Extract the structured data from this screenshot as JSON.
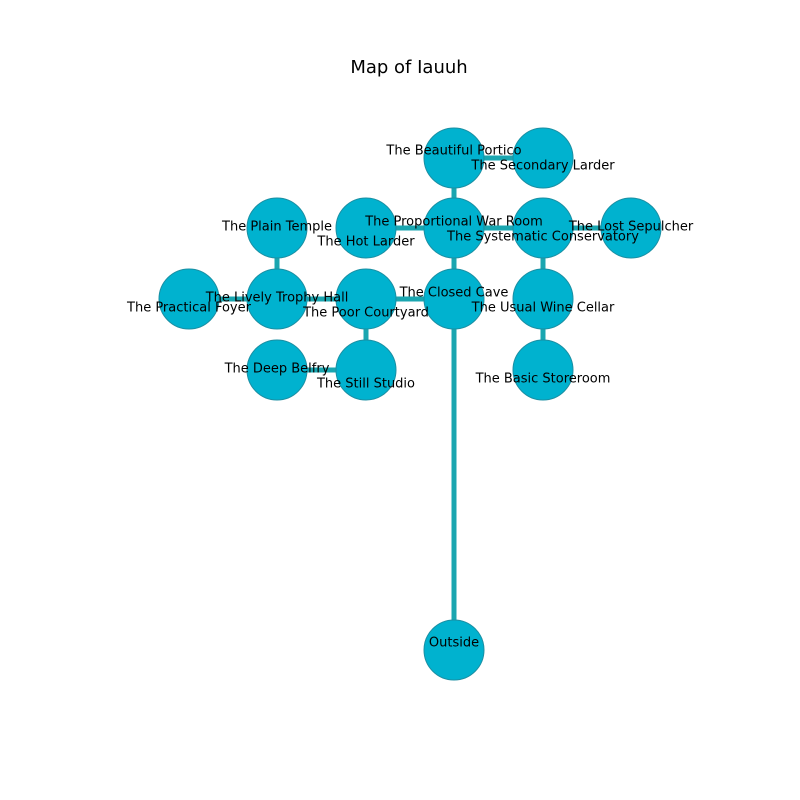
{
  "title": "Map of Iauuh",
  "colors": {
    "node_fill": "#00b2cf",
    "node_stroke": "#1a8fa3",
    "edge": "#1aa6b0"
  },
  "rooms": [
    {
      "id": "beautiful-portico",
      "label": "The Beautiful Portico"
    },
    {
      "id": "secondary-larder",
      "label": "The Secondary Larder"
    },
    {
      "id": "plain-temple",
      "label": "The Plain Temple"
    },
    {
      "id": "hot-larder",
      "label": "The Hot Larder"
    },
    {
      "id": "proportional-war-room",
      "label": "The Proportional War Room"
    },
    {
      "id": "systematic-conservatory",
      "label": "The Systematic Conservatory"
    },
    {
      "id": "lost-sepulcher",
      "label": "The Lost Sepulcher"
    },
    {
      "id": "practical-foyer",
      "label": "The Practical Foyer"
    },
    {
      "id": "lively-trophy-hall",
      "label": "The Lively Trophy Hall"
    },
    {
      "id": "poor-courtyard",
      "label": "The Poor Courtyard"
    },
    {
      "id": "closed-cave",
      "label": "The Closed Cave"
    },
    {
      "id": "usual-wine-cellar",
      "label": "The Usual Wine Cellar"
    },
    {
      "id": "deep-belfry",
      "label": "The Deep Belfry"
    },
    {
      "id": "still-studio",
      "label": "The Still Studio"
    },
    {
      "id": "basic-storeroom",
      "label": "The Basic Storeroom"
    },
    {
      "id": "outside",
      "label": "Outside"
    }
  ],
  "connections": [
    [
      "beautiful-portico",
      "secondary-larder"
    ],
    [
      "beautiful-portico",
      "proportional-war-room"
    ],
    [
      "hot-larder",
      "proportional-war-room"
    ],
    [
      "proportional-war-room",
      "systematic-conservatory"
    ],
    [
      "systematic-conservatory",
      "lost-sepulcher"
    ],
    [
      "proportional-war-room",
      "closed-cave"
    ],
    [
      "systematic-conservatory",
      "usual-wine-cellar"
    ],
    [
      "plain-temple",
      "lively-trophy-hall"
    ],
    [
      "practical-foyer",
      "lively-trophy-hall"
    ],
    [
      "lively-trophy-hall",
      "poor-courtyard"
    ],
    [
      "poor-courtyard",
      "closed-cave"
    ],
    [
      "poor-courtyard",
      "still-studio"
    ],
    [
      "deep-belfry",
      "still-studio"
    ],
    [
      "usual-wine-cellar",
      "basic-storeroom"
    ],
    [
      "closed-cave",
      "outside"
    ]
  ]
}
